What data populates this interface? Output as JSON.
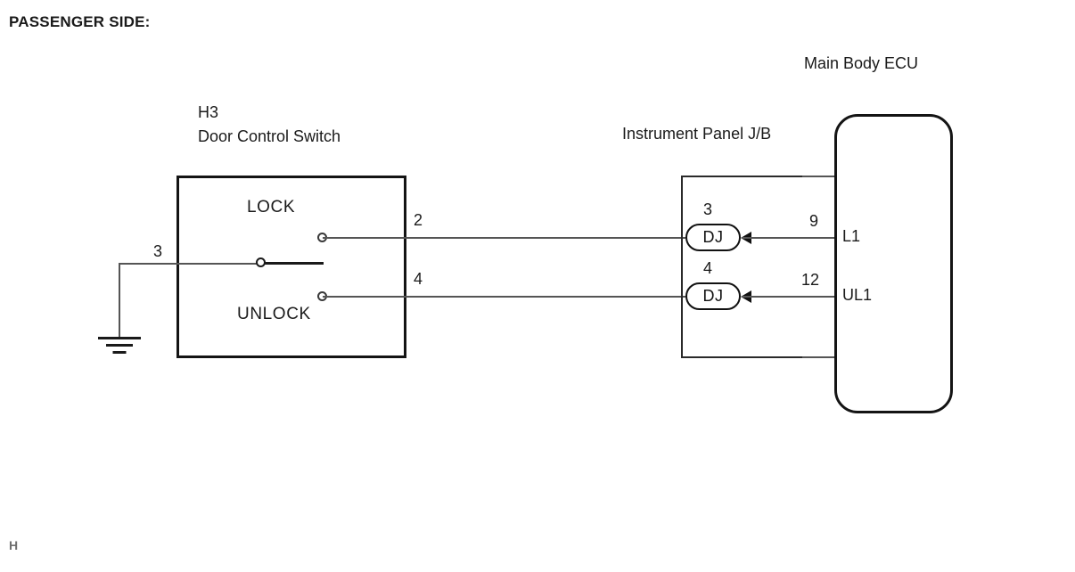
{
  "page": {
    "title": "PASSENGER SIDE:",
    "footer_mark": "H",
    "background": "#ffffff",
    "line_color": "#555555",
    "ink_color": "#1a1a1a"
  },
  "components": {
    "door_control_switch": {
      "connector_id": "H3",
      "name": "Door Control Switch",
      "positions": {
        "lock": "LOCK",
        "unlock": "UNLOCK"
      },
      "terminals": {
        "common": "3",
        "lock": "2",
        "unlock": "4"
      }
    },
    "instrument_panel_jb": {
      "name": "Instrument Panel J/B",
      "connectors": [
        {
          "terminal": "3",
          "code": "DJ"
        },
        {
          "terminal": "4",
          "code": "DJ"
        }
      ]
    },
    "main_body_ecu": {
      "name": "Main Body ECU",
      "terminals": [
        {
          "pin": "9",
          "signal": "L1"
        },
        {
          "pin": "12",
          "signal": "UL1"
        }
      ]
    },
    "ground": {
      "symbol": "chassis-ground",
      "from_terminal": "3"
    }
  }
}
